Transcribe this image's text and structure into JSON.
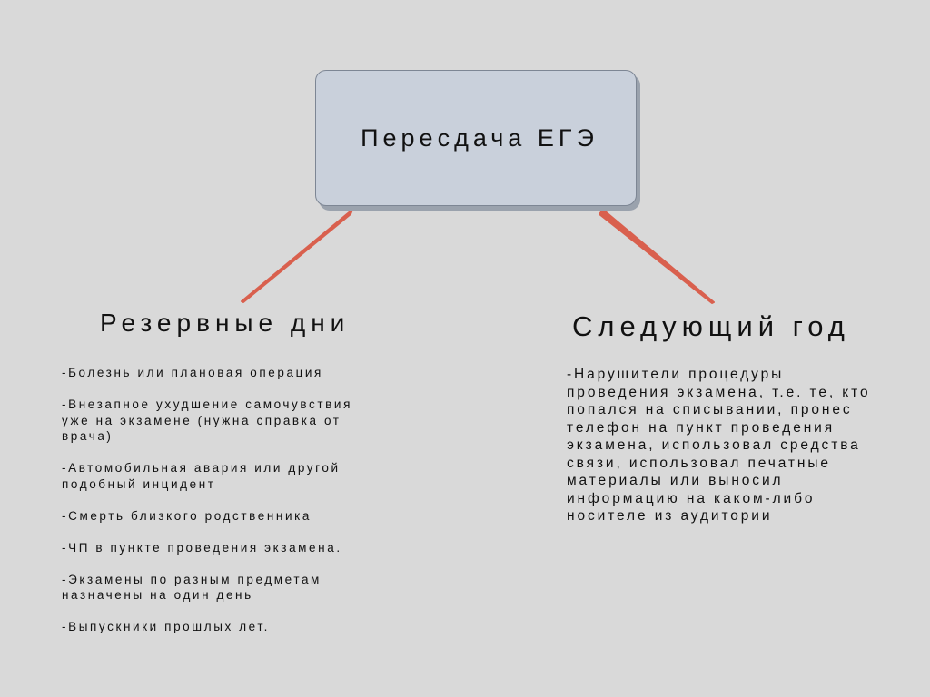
{
  "colors": {
    "background": "#d9d9d9",
    "box_fill": "#c9d0db",
    "box_border": "#7d8694",
    "connector": "#d9604e"
  },
  "root": {
    "title": "Пересдача ЕГЭ"
  },
  "branches": [
    {
      "title": "Резервные дни",
      "items": [
        "-Болезнь или плановая операция",
        "-Внезапное ухудшение самочувствия уже на экзамене (нужна справка от врача)",
        "-Автомобильная авария или другой подобный инцидент",
        "-Смерть близкого родственника",
        "-ЧП в пункте проведения экзамена.",
        "-Экзамены по разным предметам назначены на один день",
        "-Выпускники прошлых лет."
      ]
    },
    {
      "title": "Следующий год",
      "items": [
        "-Нарушители процедуры проведения экзамена, т.е. те, кто попался на списывании, пронес телефон на пункт проведения экзамена, использовал средства связи, использовал печатные материалы или выносил информацию на каком-либо носителе из аудитории"
      ]
    }
  ]
}
